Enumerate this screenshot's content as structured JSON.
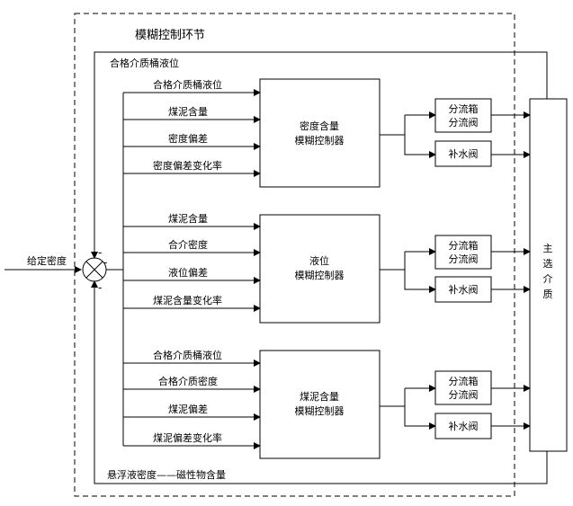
{
  "title": "模糊控制环节",
  "setpoint_label": "给定密度",
  "comparator_signs": {
    "top": "-",
    "bottom": "-",
    "right": "-"
  },
  "feedback_top_label": "合格介质桶液位",
  "feedback_bottom_label": "悬浮液密度——磁性物含量",
  "controllers": [
    {
      "name_line1": "密度含量",
      "name_line2": "模糊控制器",
      "inputs": [
        "合格介质桶液位",
        "煤泥含量",
        "密度偏差",
        "密度偏差变化率"
      ],
      "out_a_line1": "分流箱",
      "out_a_line2": "分流阀",
      "out_b": "补水阀"
    },
    {
      "name_line1": "液位",
      "name_line2": "模糊控制器",
      "inputs": [
        "煤泥含量",
        "合介密度",
        "液位偏差",
        "煤泥含量变化率"
      ],
      "out_a_line1": "分流箱",
      "out_a_line2": "分流阀",
      "out_b": "补水阀"
    },
    {
      "name_line1": "煤泥含量",
      "name_line2": "模糊控制器",
      "inputs": [
        "合格介质桶液位",
        "合格介质密度",
        "煤泥偏差",
        "煤泥偏差变化率"
      ],
      "out_a_line1": "分流箱",
      "out_a_line2": "分流阀",
      "out_b": "补水阀"
    }
  ],
  "plant_chars": [
    "主",
    "选",
    "介",
    "质"
  ],
  "colors": {
    "stroke": "#000000",
    "background": "#ffffff"
  }
}
